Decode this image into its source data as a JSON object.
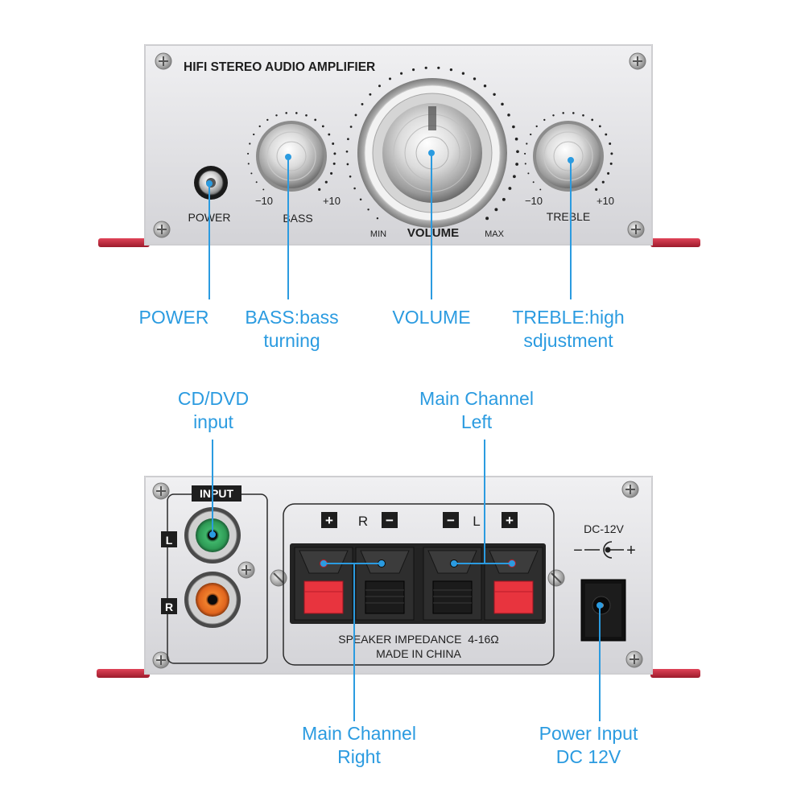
{
  "front_panel": {
    "title": "HIFI STEREO AUDIO AMPLIFIER",
    "power_label": "POWER",
    "bass_label": "BASS",
    "bass_min": "−10",
    "bass_max": "+10",
    "volume_label": "VOLUME",
    "volume_min": "MIN",
    "volume_max": "MAX",
    "treble_label": "TREBLE",
    "treble_min": "−10",
    "treble_max": "+10"
  },
  "front_callouts": {
    "power": "POWER",
    "bass_line1": "BASS:bass",
    "bass_line2": "turning",
    "volume": "VOLUME",
    "treble_line1": "TREBLE:high",
    "treble_line2": "sdjustment"
  },
  "rear_callouts": {
    "input_line1": "CD/DVD",
    "input_line2": "input",
    "left_line1": "Main Channel",
    "left_line2": "Left",
    "right_line1": "Main Channel",
    "right_line2": "Right",
    "power_line1": "Power Input",
    "power_line2": "DC 12V"
  },
  "rear_panel": {
    "input_label": "INPUT",
    "input_l": "L",
    "input_r": "R",
    "plus": "+",
    "minus": "−",
    "channel_r": "R",
    "channel_l": "L",
    "impedance_text": "SPEAKER IMPEDANCE  4-16Ω",
    "made_in": "MADE IN CHINA",
    "dc_label": "DC-12V",
    "polarity_minus": "−",
    "polarity_plus": "+"
  },
  "colors": {
    "callout": "#2b9be0",
    "panel": "#e4e4e6",
    "red_feet": "#c8283c",
    "terminal_red": "#e8343e",
    "rca_green": "#2e9a55",
    "rca_orange": "#e0651e"
  }
}
